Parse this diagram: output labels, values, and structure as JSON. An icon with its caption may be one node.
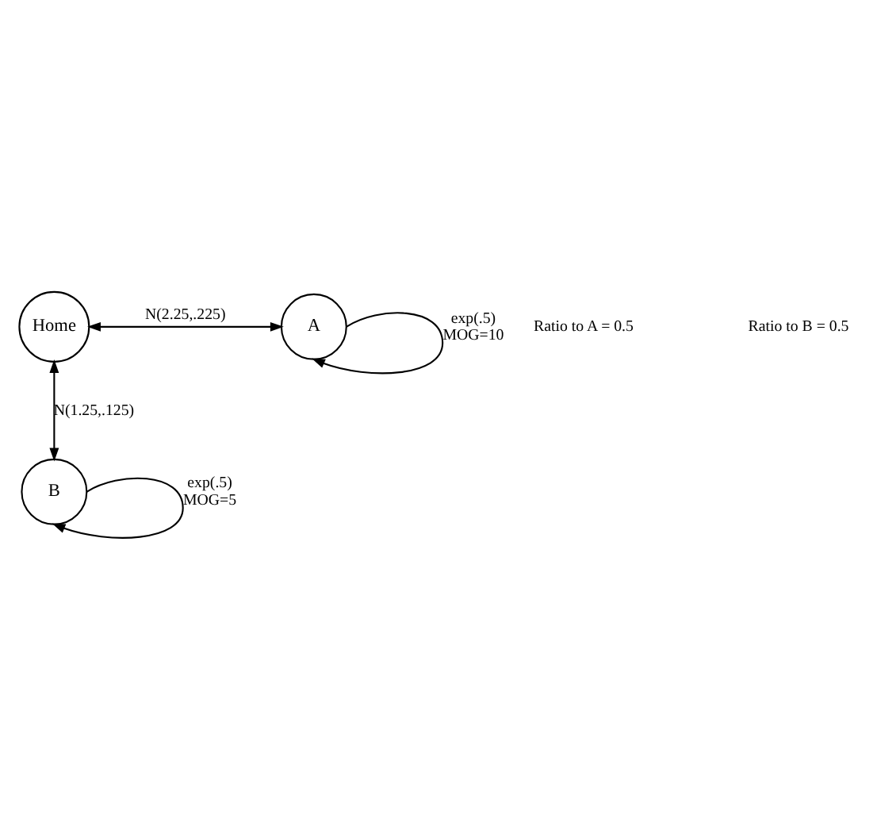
{
  "diagram": {
    "nodes": [
      {
        "text": [
          "Home"
        ]
      },
      {
        "text": [
          "A"
        ]
      },
      {
        "text": [
          "B"
        ]
      }
    ],
    "edges": [
      {
        "from": 0,
        "to": 1,
        "arrow": "both",
        "label": "N(2.25,.225)"
      },
      {
        "from": 1,
        "to": 1,
        "arrow": "to",
        "label": "exp(.5) MOG=10"
      },
      {
        "from": 0,
        "to": 2,
        "arrow": "both",
        "label": "N(1.25,.125)"
      },
      {
        "from": 2,
        "to": 2,
        "arrow": "to",
        "label": "exp(.5) MOG=5"
      }
    ],
    "labels": [
      "Ratio to A = 0.5",
      "Ratio to B = 0.5"
    ]
  }
}
